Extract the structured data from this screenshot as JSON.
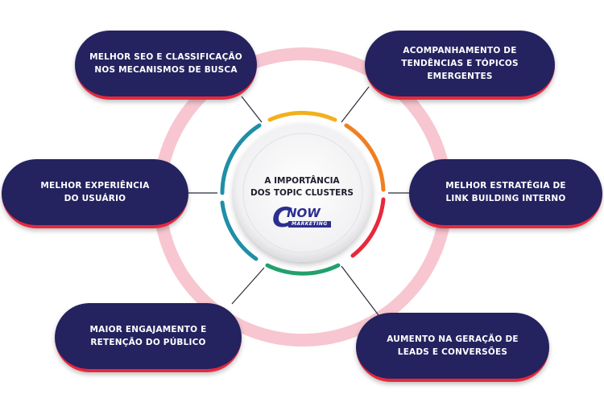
{
  "center": {
    "title": "A IMPORTÂNCIA\nDOS TOPIC CLUSTERS",
    "logo": {
      "mark": "C",
      "name": "NOW",
      "tag": "MARKETING"
    }
  },
  "nodes": [
    {
      "label": "MELHOR SEO E CLASSIFICAÇÃO\nNOS MECANISMOS DE BUSCA"
    },
    {
      "label": "ACOMPANHAMENTO DE\nTENDÊNCIAS E TÓPICOS\nEMERGENTES"
    },
    {
      "label": "MELHOR EXPERIÊNCIA\nDO USUÁRIO"
    },
    {
      "label": "MELHOR ESTRATÉGIA DE\nLINK BUILDING INTERNO"
    },
    {
      "label": "MAIOR ENGAJAMENTO E\nRETENÇÃO DO PÚBLICO"
    },
    {
      "label": "AUMENTO NA GERAÇÃO DE\nLEADS E CONVERSÕES"
    }
  ],
  "colors": {
    "pill": "#24225f",
    "pill_accent": "#e8283c",
    "outer_ring": "#f7c6d0",
    "arc_teal": "#1f8fa6",
    "arc_yellow": "#f2b01e",
    "arc_orange": "#f07f22",
    "arc_red": "#e8283c",
    "arc_green": "#22a06b",
    "connector": "#2b2b3b"
  }
}
